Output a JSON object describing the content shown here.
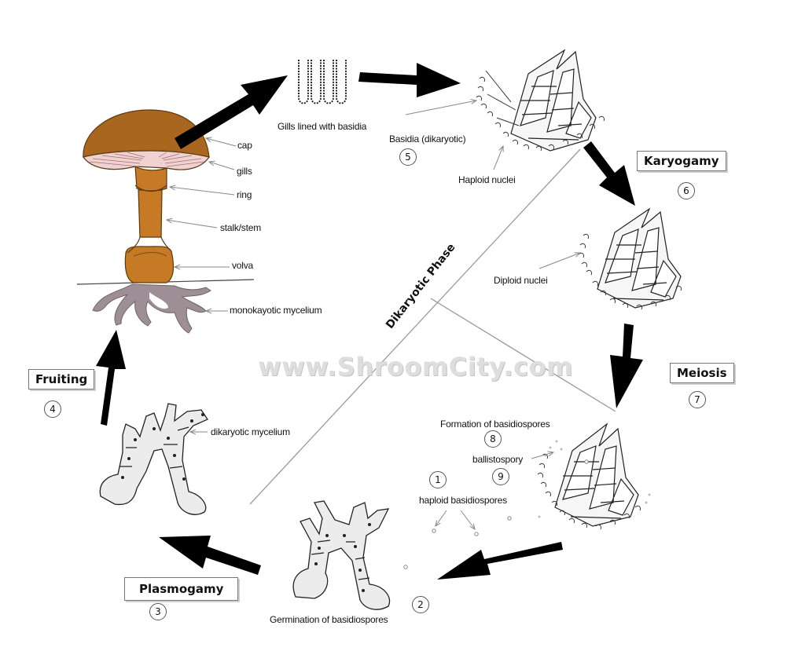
{
  "watermark": "www.ShroomCity.com",
  "phase_label": "Dikaryotic Phase",
  "stages": {
    "karyogamy": {
      "label": "Karyogamy",
      "number": "6"
    },
    "meiosis": {
      "label": "Meiosis",
      "number": "7"
    },
    "plasmogamy": {
      "label": "Plasmogamy",
      "number": "3"
    },
    "fruiting": {
      "label": "Fruiting",
      "number": "4"
    }
  },
  "steps": {
    "haploid_basidiospores": {
      "label": "haploid basidiospores",
      "number": "1"
    },
    "germination": {
      "label": "Germination of basidiospores",
      "number": "2"
    },
    "basidia": {
      "label": "Basidia (dikaryotic)",
      "number": "5"
    },
    "formation": {
      "label": "Formation of basidiospores",
      "number": "8"
    },
    "ballistospory": {
      "label": "ballistospory",
      "number": "9"
    }
  },
  "labels": {
    "gills_lined": "Gills lined with basidia",
    "haploid_nuclei": "Haploid nuclei",
    "diploid_nuclei": "Diploid nuclei",
    "dikaryotic_mycelium": "dikaryotic mycelium"
  },
  "mushroom_parts": {
    "cap": "cap",
    "gills": "gills",
    "ring": "ring",
    "stalk": "stalk/stem",
    "volva": "volva",
    "mycelium": "monokayotic mycelium"
  },
  "colors": {
    "cap": "#a8661e",
    "gills": "#f1d2d2",
    "stem": "#c67a25",
    "mycelium": "#9d8f95",
    "arrow": "#000000"
  }
}
